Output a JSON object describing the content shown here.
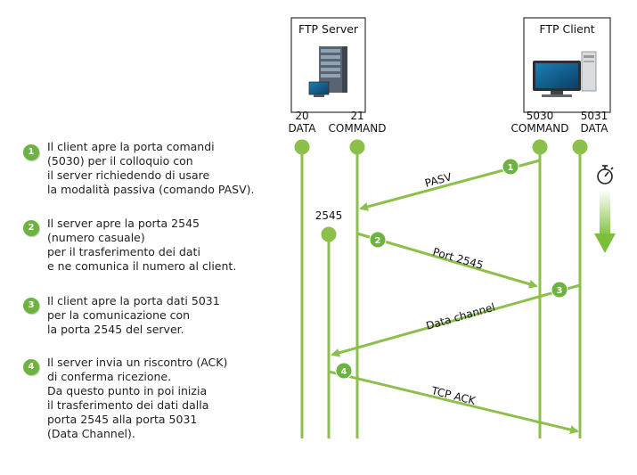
{
  "colors": {
    "accent": "#6db33f",
    "line": "#8cc04b",
    "text": "#222222"
  },
  "server": {
    "title": "FTP Server",
    "ports": [
      {
        "number": "20",
        "name": "DATA"
      },
      {
        "number": "21",
        "name": "COMMAND"
      }
    ]
  },
  "client": {
    "title": "FTP Client",
    "ports": [
      {
        "number": "5030",
        "name": "COMMAND"
      },
      {
        "number": "5031",
        "name": "DATA"
      }
    ]
  },
  "random_port_label": "2545",
  "messages": [
    {
      "badge": "1",
      "label": "PASV"
    },
    {
      "badge": "2",
      "label": "Port 2545"
    },
    {
      "badge": "3",
      "label": "Data channel"
    },
    {
      "badge": "4",
      "label": "TCP ACK"
    }
  ],
  "steps": [
    {
      "num": "1",
      "text": "Il client apre la porta comandi\n(5030) per il colloquio con\nil server richiedendo di usare\nla modalità passiva (comando PASV)."
    },
    {
      "num": "2",
      "text": "Il server apre la porta 2545\n(numero casuale)\nper il trasferimento dei dati\ne ne comunica il numero al client."
    },
    {
      "num": "3",
      "text": "Il client apre la porta dati 5031\nper la comunicazione con\nla porta 2545 del server."
    },
    {
      "num": "4",
      "text": "Il server invia un riscontro (ACK)\ndi conferma ricezione.\nDa questo punto in poi inizia\nil trasferimento dei dati dalla\nporta 2545 alla porta 5031\n(Data Channel)."
    }
  ],
  "timeline_icon": "stopwatch-icon"
}
